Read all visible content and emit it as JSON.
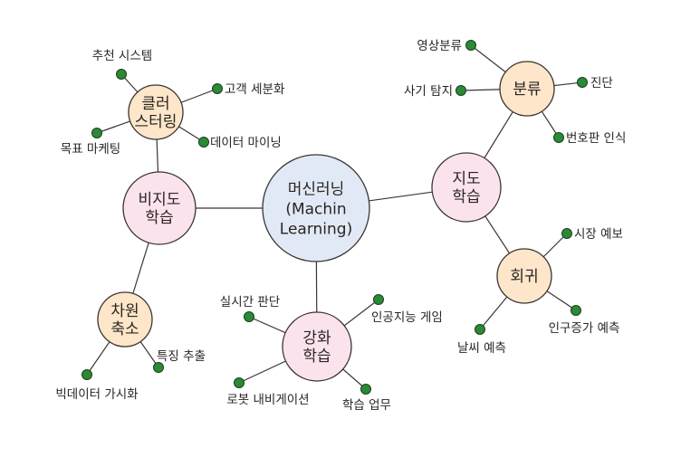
{
  "title": "머신러닝 마인드맵",
  "colors": {
    "center": "#e2e9f6",
    "category": "#fbe3ee",
    "subcategory": "#fde6c9",
    "leaf_dot": "#2a8a35",
    "line": "#3a3533"
  },
  "center": {
    "id": "ml",
    "lines": [
      "머신러닝",
      "(Machin",
      "Learning)"
    ]
  },
  "categories": [
    {
      "id": "unsup",
      "lines": [
        "비지도",
        "학습"
      ]
    },
    {
      "id": "sup",
      "lines": [
        "지도",
        "학습"
      ]
    },
    {
      "id": "rl",
      "lines": [
        "강화",
        "학습"
      ]
    }
  ],
  "subcategories": [
    {
      "id": "clust",
      "parent": "unsup",
      "lines": [
        "클러",
        "스터링"
      ]
    },
    {
      "id": "dimred",
      "parent": "unsup",
      "lines": [
        "차원",
        "축소"
      ]
    },
    {
      "id": "classif",
      "parent": "sup",
      "lines": [
        "분류"
      ]
    },
    {
      "id": "regr",
      "parent": "sup",
      "lines": [
        "회귀"
      ]
    }
  ],
  "leaves": [
    {
      "id": "l1",
      "parent": "clust",
      "label": "추천 시스템"
    },
    {
      "id": "l2",
      "parent": "clust",
      "label": "고객 세분화"
    },
    {
      "id": "l3",
      "parent": "clust",
      "label": "목표 마케팅"
    },
    {
      "id": "l4",
      "parent": "clust",
      "label": "데이터 마이닝"
    },
    {
      "id": "l5",
      "parent": "dimred",
      "label": "특징 추출"
    },
    {
      "id": "l6",
      "parent": "dimred",
      "label": "빅데이터 가시화"
    },
    {
      "id": "l7",
      "parent": "classif",
      "label": "영상분류"
    },
    {
      "id": "l8",
      "parent": "classif",
      "label": "사기 탐지"
    },
    {
      "id": "l9",
      "parent": "classif",
      "label": "진단"
    },
    {
      "id": "l10",
      "parent": "classif",
      "label": "번호판 인식"
    },
    {
      "id": "l11",
      "parent": "regr",
      "label": "시장 예보"
    },
    {
      "id": "l12",
      "parent": "regr",
      "label": "인구증가 예측"
    },
    {
      "id": "l13",
      "parent": "regr",
      "label": "날씨 예측"
    },
    {
      "id": "l14",
      "parent": "rl",
      "label": "실시간 판단"
    },
    {
      "id": "l15",
      "parent": "rl",
      "label": "인공지능 게임"
    },
    {
      "id": "l16",
      "parent": "rl",
      "label": "로봇 내비게이션"
    },
    {
      "id": "l17",
      "parent": "rl",
      "label": "학습 업무"
    }
  ]
}
